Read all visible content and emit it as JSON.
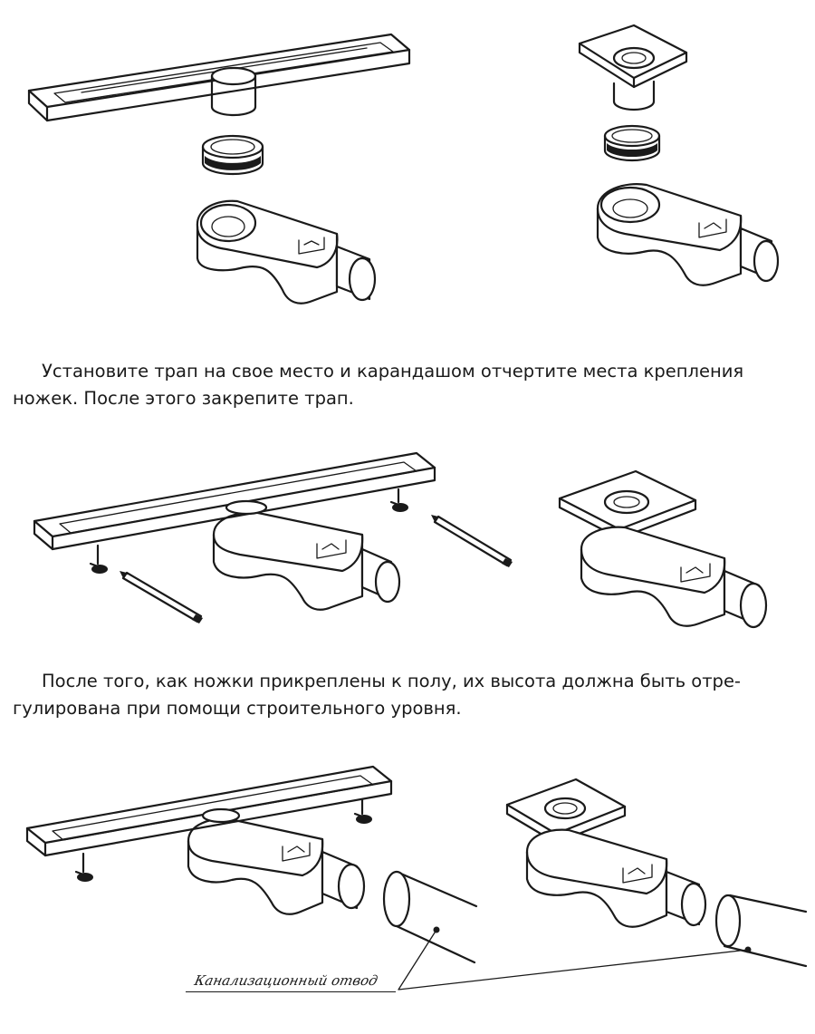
{
  "steps": [
    {
      "id": 1,
      "caption": "Установите трап на свое место и карандашом отчертите места крепления ножек. После этого закрепите трап."
    },
    {
      "id": 2,
      "caption": "После того, как ножки прикреплены к полу, их высота должна быть отре-гулирована при помощи строительного уровня."
    }
  ],
  "callout": {
    "label": "Канализационный отвод"
  }
}
